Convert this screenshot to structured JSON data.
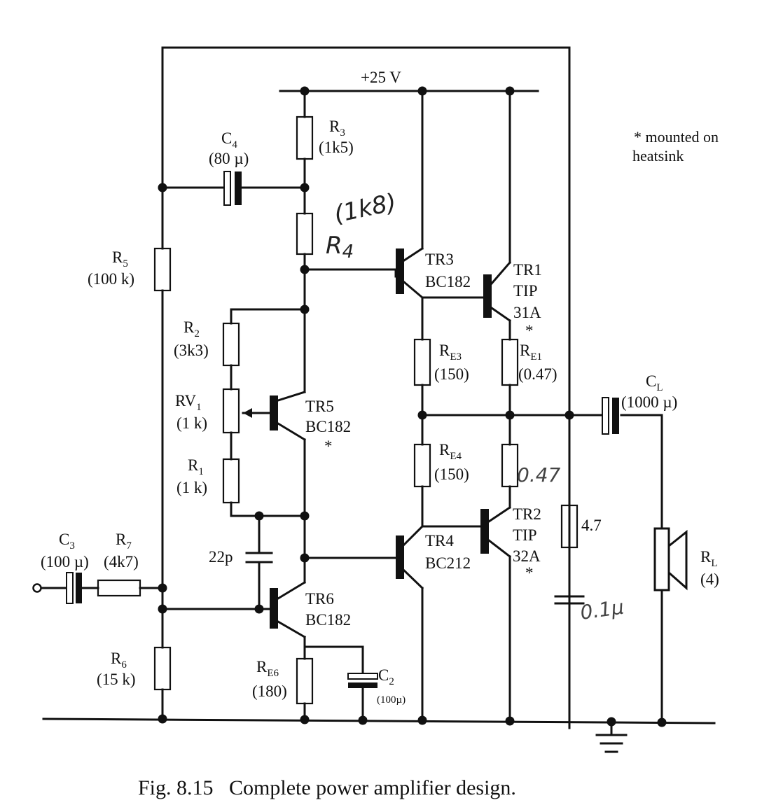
{
  "supply": "+25 V",
  "note": [
    "* mounted on",
    "heatsink"
  ],
  "caption": "Fig. 8.15   Complete power amplifier design.",
  "components": {
    "R3": {
      "name": "R",
      "sub": "3",
      "value": "(1k5)"
    },
    "C4": {
      "name": "C",
      "sub": "4",
      "value": "(80 µ)"
    },
    "R4": {
      "name": "R",
      "sub": "4",
      "value": "(1k8)"
    },
    "R5": {
      "name": "R",
      "sub": "5",
      "value": "(100 k)"
    },
    "R2": {
      "name": "R",
      "sub": "2",
      "value": "(3k3)"
    },
    "RV1": {
      "name": "RV",
      "sub": "1",
      "value": "(1 k)"
    },
    "R1": {
      "name": "R",
      "sub": "1",
      "value": "(1 k)"
    },
    "TR5": {
      "name": "TR5",
      "part": "BC182",
      "mark": "*"
    },
    "TR3": {
      "name": "TR3",
      "part": "BC182"
    },
    "TR1": {
      "name": "TR1",
      "part1": "TIP",
      "part2": "31A",
      "mark": "*"
    },
    "RE3": {
      "name": "R",
      "sub": "E3",
      "value": "(150)"
    },
    "RE1": {
      "name": "R",
      "sub": "E1",
      "value": "(0.47)"
    },
    "CL": {
      "name": "C",
      "sub": "L",
      "value": "(1000 µ)"
    },
    "RE4": {
      "name": "R",
      "sub": "E4",
      "value": "(150)"
    },
    "RE2": {
      "value": "0.47"
    },
    "TR2": {
      "name": "TR2",
      "part1": "TIP",
      "part2": "32A",
      "mark": "*"
    },
    "Rz": {
      "value": "4.7"
    },
    "Cz": {
      "value": "0.1µ"
    },
    "C3": {
      "name": "C",
      "sub": "3",
      "value": "(100 µ)"
    },
    "R7": {
      "name": "R",
      "sub": "7",
      "value": "(4k7)"
    },
    "C22": {
      "value": "22p"
    },
    "TR4": {
      "name": "TR4",
      "part": "BC212"
    },
    "TR6": {
      "name": "TR6",
      "part": "BC182"
    },
    "R6": {
      "name": "R",
      "sub": "6",
      "value": "(15 k)"
    },
    "RE6": {
      "name": "R",
      "sub": "E6",
      "value": "(180)"
    },
    "C2": {
      "name": "C",
      "sub": "2",
      "value": "(100µ)"
    },
    "RL": {
      "name": "R",
      "sub": "L",
      "value": "(4)"
    }
  }
}
